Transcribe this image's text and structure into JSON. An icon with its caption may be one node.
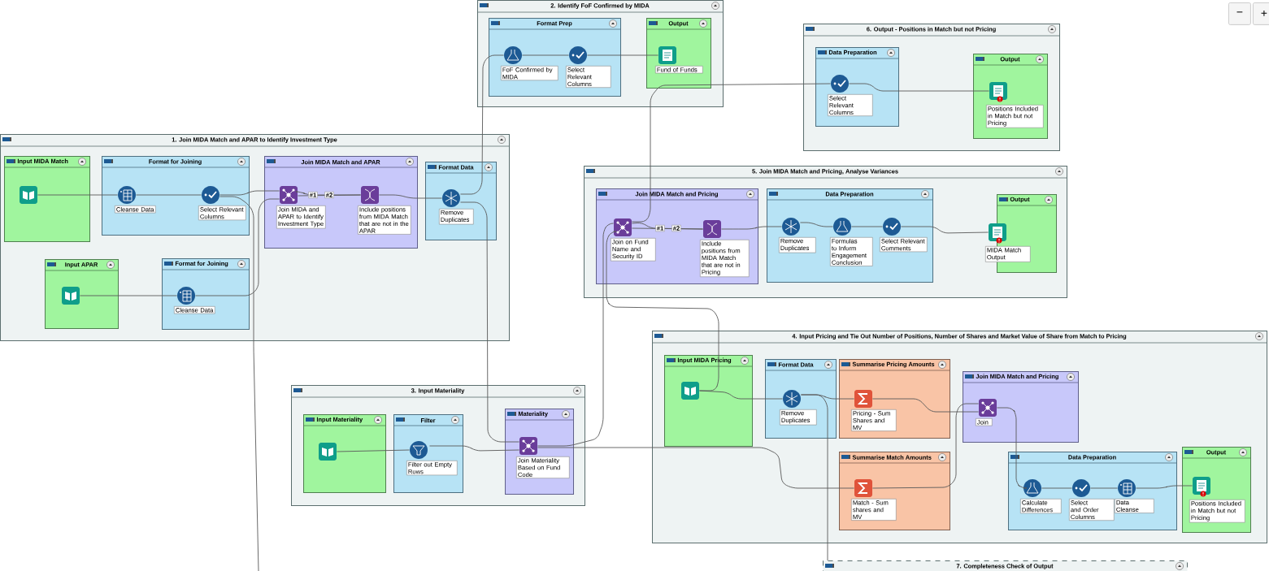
{
  "diagram": {
    "nodes": [
      {
        "text": [
          "2. Identify FoF Confirmed by MIDA"
        ]
      },
      {
        "text": [
          "Format Prep"
        ],
        "in": 0
      },
      {
        "text": [
          "FoF Confirmed by MIDA"
        ],
        "in": 1
      },
      {
        "text": [
          "Select Relevant Columns"
        ],
        "in": 1
      },
      {
        "text": [
          "Output"
        ],
        "in": 0
      },
      {
        "text": [
          "Fund of Funds"
        ],
        "in": 4
      },
      {
        "text": [
          "6. Output - Positions in Match but not Pricing"
        ]
      },
      {
        "text": [
          "Data Preparation"
        ],
        "in": 6
      },
      {
        "text": [
          "Select Relevant Columns"
        ],
        "in": 7
      },
      {
        "text": [
          "Output"
        ],
        "in": 6
      },
      {
        "text": [
          "Positions Included in Match but not Pricing"
        ],
        "in": 9
      },
      {
        "text": [
          "1. Join MIDA Match and APAR to Identify Investment Type"
        ]
      },
      {
        "text": [
          "Input MIDA Match"
        ],
        "in": 11
      },
      {
        "text": [],
        "shape": "picture",
        "in": 12
      },
      {
        "text": [
          "Format for Joining"
        ],
        "in": 11
      },
      {
        "text": [
          "Cleanse Data"
        ],
        "in": 14
      },
      {
        "text": [
          "Select Relevant Columns"
        ],
        "in": 14
      },
      {
        "text": [
          "Join MIDA Match and APAR"
        ],
        "in": 11
      },
      {
        "text": [
          "Join MIDA and APAR to Identify Investment Type"
        ],
        "in": 17
      },
      {
        "text": [
          "Include positions from MIDA Match that are not in the APAR"
        ],
        "in": 17
      },
      {
        "text": [
          "Format Data"
        ],
        "in": 11
      },
      {
        "text": [
          "Remove Duplicates"
        ],
        "in": 20
      },
      {
        "text": [
          "Input APAR"
        ],
        "in": 11
      },
      {
        "text": [],
        "shape": "picture",
        "in": 22
      },
      {
        "text": [
          "Format for Joining"
        ],
        "in": 11
      },
      {
        "text": [
          "Cleanse Data"
        ],
        "in": 24
      },
      {
        "text": [
          "5. Join MIDA Match and Pricing, Analyse Variances"
        ]
      },
      {
        "text": [
          "Join MIDA Match and Pricing"
        ],
        "in": 26
      },
      {
        "text": [
          "Join on Fund Name and Security ID"
        ],
        "in": 27
      },
      {
        "text": [
          "Include positions from MIDA Match that are not in Pricing"
        ],
        "in": 27
      },
      {
        "text": [
          "Data Preparation"
        ],
        "in": 26
      },
      {
        "text": [
          "Remove Duplicates"
        ],
        "in": 30
      },
      {
        "text": [
          "Formulas to Inform Engagement Conclusion"
        ],
        "in": 30
      },
      {
        "text": [
          "Select Relevant Comments"
        ],
        "in": 30
      },
      {
        "text": [
          "Output"
        ],
        "in": 26
      },
      {
        "text": [
          "MIDA Match Output"
        ],
        "in": 34
      },
      {
        "text": [
          "4. Input Pricing and Tie Out Number of Positions, Number of Shares and Market Value of Share from Match to Pricing"
        ]
      },
      {
        "text": [
          "Input MIDA Pricing"
        ],
        "in": 36
      },
      {
        "text": [],
        "shape": "picture",
        "in": 37
      },
      {
        "text": [
          "Format Data"
        ],
        "in": 36
      },
      {
        "text": [
          "Remove Duplicates"
        ],
        "in": 39
      },
      {
        "text": [
          "Summarise Pricing Amounts"
        ],
        "in": 36
      },
      {
        "text": [
          "Pricing - Sum Shares and MV"
        ],
        "in": 41
      },
      {
        "text": [
          "Join MIDA Match and Pricing"
        ],
        "in": 36
      },
      {
        "text": [
          "Join"
        ],
        "in": 43
      },
      {
        "text": [
          "Summarise Match Amounts"
        ],
        "in": 36
      },
      {
        "text": [
          "Match - Sum shares and MV"
        ],
        "in": 45
      },
      {
        "text": [
          "Data Preparation"
        ],
        "in": 36
      },
      {
        "text": [
          "Calculate Differences"
        ],
        "in": 47
      },
      {
        "text": [
          "Select and Order Columns"
        ],
        "in": 47
      },
      {
        "text": [
          "Data Cleanse"
        ],
        "in": 47
      },
      {
        "text": [
          "Output"
        ],
        "in": 36
      },
      {
        "text": [
          "Positions Included in Match but not Pricing"
        ],
        "in": 51
      },
      {
        "text": [
          "3. Input Materiality"
        ]
      },
      {
        "text": [
          "Input Materiality"
        ],
        "in": 53
      },
      {
        "text": [],
        "shape": "picture",
        "in": 54
      },
      {
        "text": [
          "Filter"
        ],
        "in": 53
      },
      {
        "text": [
          "Filter out Empty Rows"
        ],
        "in": 56
      },
      {
        "text": [
          "Materiality"
        ],
        "in": 53
      },
      {
        "text": [
          "Join Materiality Based on Fund Code"
        ],
        "in": 58
      },
      {
        "text": [
          "7. Completeness Check of Output"
        ]
      }
    ],
    "edges": [
      {
        "from": 2,
        "to": 3,
        "arrow": "none"
      },
      {
        "from": 3,
        "to": 5,
        "arrow": "none"
      },
      {
        "from": 8,
        "to": 10,
        "arrow": "none"
      },
      {
        "from": 13,
        "to": 15,
        "arrow": "none"
      },
      {
        "from": 15,
        "to": 16,
        "arrow": "none"
      },
      {
        "from": 16,
        "to": 18,
        "arrow": "none"
      },
      {
        "from": 23,
        "to": 25,
        "arrow": "none"
      },
      {
        "from": 25,
        "to": 18,
        "arrow": "none"
      },
      {
        "from": 18,
        "to": 19,
        "arrow": "none",
        "label": "#1"
      },
      {
        "from": 18,
        "to": 19,
        "arrow": "none",
        "label": "#2"
      },
      {
        "from": 19,
        "to": 21,
        "arrow": "none"
      },
      {
        "from": 21,
        "to": 2,
        "arrow": "none"
      },
      {
        "from": 21,
        "to": 59,
        "arrow": "none"
      },
      {
        "from": 16,
        "to": null,
        "arrow": "none"
      },
      {
        "from": 28,
        "to": 8,
        "arrow": "none"
      },
      {
        "from": 59,
        "to": 28,
        "arrow": "none"
      },
      {
        "from": 38,
        "to": 28,
        "arrow": "none"
      },
      {
        "from": 28,
        "to": 29,
        "arrow": "none",
        "label": "#1"
      },
      {
        "from": 28,
        "to": 29,
        "arrow": "none",
        "label": "#2"
      },
      {
        "from": 29,
        "to": 31,
        "arrow": "none"
      },
      {
        "from": 31,
        "to": 32,
        "arrow": "none"
      },
      {
        "from": 32,
        "to": 33,
        "arrow": "none"
      },
      {
        "from": 33,
        "to": 35,
        "arrow": "none"
      },
      {
        "from": 38,
        "to": 40,
        "arrow": "none"
      },
      {
        "from": 40,
        "to": 42,
        "arrow": "none"
      },
      {
        "from": 42,
        "to": 44,
        "arrow": "none"
      },
      {
        "from": 59,
        "to": 46,
        "arrow": "none"
      },
      {
        "from": 46,
        "to": 44,
        "arrow": "none"
      },
      {
        "from": 44,
        "to": 48,
        "arrow": "none"
      },
      {
        "from": 48,
        "to": 49,
        "arrow": "none"
      },
      {
        "from": 49,
        "to": 50,
        "arrow": "none"
      },
      {
        "from": 50,
        "to": 52,
        "arrow": "none"
      },
      {
        "from": 55,
        "to": 57,
        "arrow": "none"
      },
      {
        "from": 57,
        "to": 59,
        "arrow": "none"
      },
      {
        "from": 40,
        "to": 60,
        "arrow": "none"
      }
    ],
    "labels": [
      "−",
      "+"
    ]
  }
}
